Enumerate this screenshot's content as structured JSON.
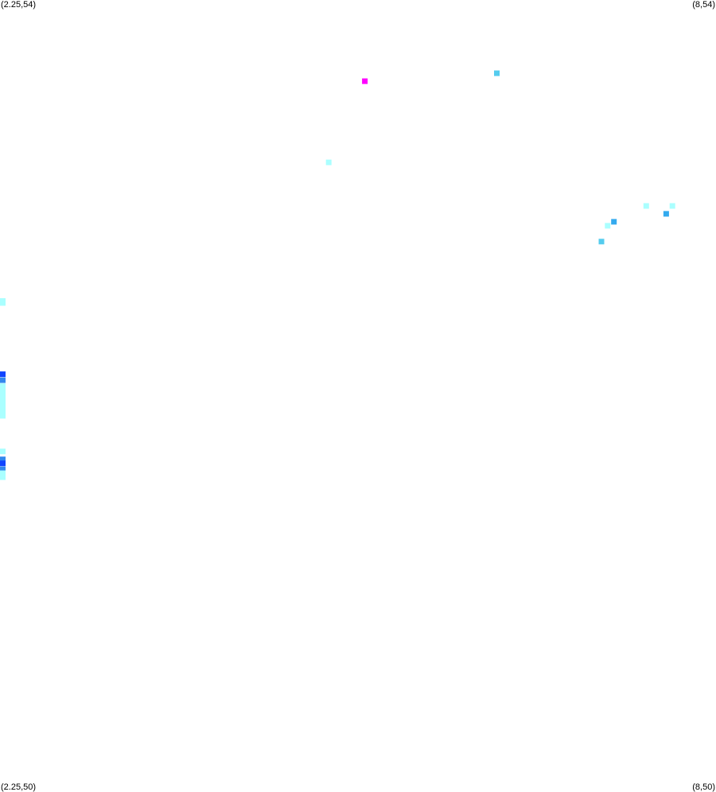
{
  "corners": {
    "top_left": "(2.25,54)",
    "top_right": "(8,54)",
    "bottom_left": "(2.25,50)",
    "bottom_right": "(8,50)"
  },
  "chart_data": {
    "type": "scatter",
    "title": "",
    "xlabel": "",
    "ylabel": "",
    "xlim": [
      2.25,
      8
    ],
    "ylim": [
      50,
      54
    ],
    "grid": false,
    "legend": "none",
    "points": [
      {
        "x": 5.18,
        "y": 53.59,
        "color": "#ff00ff"
      },
      {
        "x": 6.24,
        "y": 53.63,
        "color": "#55ccee"
      },
      {
        "x": 4.89,
        "y": 53.18,
        "color": "#aaffff"
      },
      {
        "x": 7.44,
        "y": 52.96,
        "color": "#aaffff"
      },
      {
        "x": 7.65,
        "y": 52.96,
        "color": "#aaffff"
      },
      {
        "x": 7.6,
        "y": 52.92,
        "color": "#33aaee"
      },
      {
        "x": 7.18,
        "y": 52.88,
        "color": "#33aaee"
      },
      {
        "x": 7.13,
        "y": 52.86,
        "color": "#aaffff"
      },
      {
        "x": 7.08,
        "y": 52.78,
        "color": "#55ccee"
      },
      {
        "x": 2.26,
        "y": 52.48,
        "color": "#aaffff"
      },
      {
        "x": 2.27,
        "y": 52.47,
        "color": "#aaffff"
      },
      {
        "x": 2.26,
        "y": 52.11,
        "color": "#1144ff"
      },
      {
        "x": 2.27,
        "y": 52.08,
        "color": "#3388ee"
      },
      {
        "x": 2.27,
        "y": 52.05,
        "color": "#aaffff"
      },
      {
        "x": 2.26,
        "y": 52.03,
        "color": "#aaffff"
      },
      {
        "x": 2.27,
        "y": 52.01,
        "color": "#aaffff"
      },
      {
        "x": 2.26,
        "y": 51.99,
        "color": "#aaffff"
      },
      {
        "x": 2.27,
        "y": 51.97,
        "color": "#aaffff"
      },
      {
        "x": 2.26,
        "y": 51.95,
        "color": "#aaffff"
      },
      {
        "x": 2.27,
        "y": 51.93,
        "color": "#aaffff"
      },
      {
        "x": 2.26,
        "y": 51.91,
        "color": "#aaffff"
      },
      {
        "x": 2.27,
        "y": 51.9,
        "color": "#aaffff"
      },
      {
        "x": 2.26,
        "y": 51.72,
        "color": "#aaffff"
      },
      {
        "x": 2.27,
        "y": 51.68,
        "color": "#3388ee"
      },
      {
        "x": 2.26,
        "y": 51.66,
        "color": "#1144ff"
      },
      {
        "x": 2.27,
        "y": 51.63,
        "color": "#3388ee"
      },
      {
        "x": 2.26,
        "y": 51.61,
        "color": "#aaffff"
      },
      {
        "x": 2.27,
        "y": 51.59,
        "color": "#aaffff"
      }
    ]
  }
}
